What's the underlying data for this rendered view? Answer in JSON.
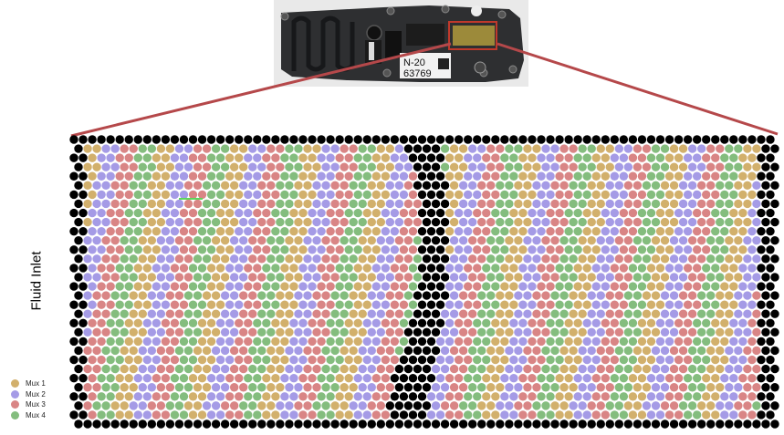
{
  "device_photo": {
    "label_line1": "N-20",
    "label_line2": "63769"
  },
  "side_label": "Fluid Inlet",
  "legend": [
    {
      "label": "Mux 1",
      "color": "#d2b06c"
    },
    {
      "label": "Mux 2",
      "color": "#a59be6"
    },
    {
      "label": "Mux 3",
      "color": "#d98585"
    },
    {
      "label": "Mux 4",
      "color": "#84bd7e"
    }
  ],
  "colors": {
    "inactive": "#000000",
    "zoom_line": "#b5484a",
    "highlight_box": "#c0392b",
    "stray_mark": "#5cd65c"
  },
  "grid": {
    "rows": 32,
    "cols": 77,
    "mux_pattern": [
      "Mux 1",
      "Mux 2",
      "Mux 3",
      "Mux 4"
    ],
    "black_center_band": true
  }
}
